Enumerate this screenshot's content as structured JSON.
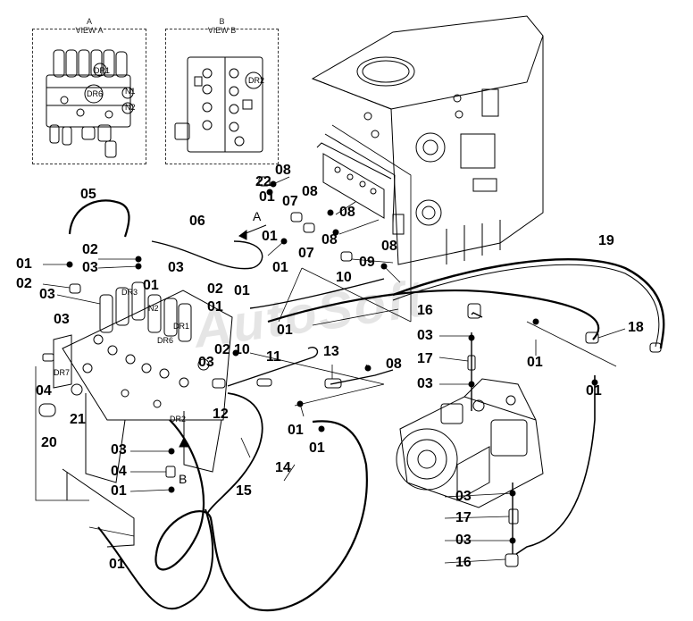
{
  "insets": {
    "view_a": {
      "title_line1": "A",
      "title_line2": "VIEW A",
      "ports": [
        "DR1",
        "DR6",
        "N1",
        "N2"
      ]
    },
    "view_b": {
      "title_line1": "B",
      "title_line2": "VIEW B",
      "ports": [
        "DR2"
      ]
    }
  },
  "view_markers": {
    "a": "A",
    "b": "B"
  },
  "valve_ports": [
    "DR3",
    "N2",
    "DR1",
    "DR6",
    "DR7",
    "DR2"
  ],
  "callouts": {
    "c22": "22",
    "c08a": "08",
    "c01a": "01",
    "c07a": "07",
    "c08b": "08",
    "c01b": "01",
    "c08c": "08",
    "c08d": "08",
    "c07b": "07",
    "c09": "09",
    "c10a": "10",
    "c01c": "01",
    "c19": "19",
    "c05": "05",
    "c06": "06",
    "c02a": "02",
    "c03a": "03",
    "c01d": "01",
    "c01e": "01",
    "c03b": "03",
    "c02b": "02",
    "c03c": "03",
    "c01f": "01",
    "c02c": "02",
    "c01g": "01",
    "c01h": "01",
    "c16a": "16",
    "c18": "18",
    "c03d": "03",
    "c01i": "01",
    "c03e": "03",
    "c02d": "02",
    "c03f": "03",
    "c10b": "10",
    "c11": "11",
    "c13": "13",
    "c08e": "08",
    "c17a": "17",
    "c03g": "03",
    "c04a": "04",
    "c21": "21",
    "c20": "20",
    "c12": "12",
    "c08f": "08",
    "c01j": "01",
    "c01k": "01",
    "c01l": "01",
    "c03h": "03",
    "c04b": "04",
    "c01m": "01",
    "c15": "15",
    "c14": "14",
    "c03i": "03",
    "c17b": "17",
    "c03j": "03",
    "c16b": "16",
    "c01n": "01"
  },
  "watermark": "AutoSoft"
}
